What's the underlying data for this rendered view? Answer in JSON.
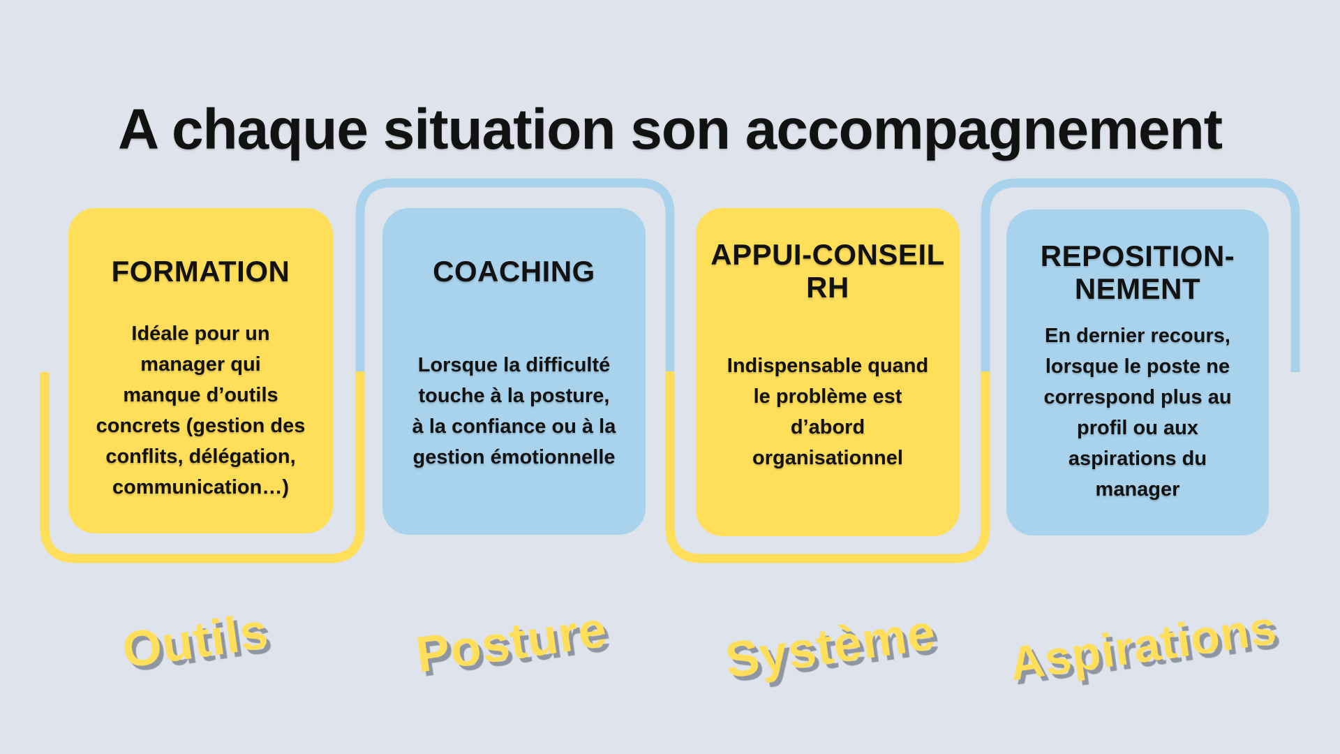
{
  "title": "A chaque situation son accompagnement",
  "colors": {
    "background": "#DFE4EC",
    "yellow": "#FFDE59",
    "blue": "#A9D3EC",
    "ink": "#121212",
    "tag_shadow": "#8F96A3"
  },
  "cards": [
    {
      "id": "formation",
      "color": "yellow",
      "title_lines": [
        "FORMATION"
      ],
      "body_lines": [
        "Idéale pour un",
        "manager qui",
        "manque d’outils",
        "concrets (gestion des",
        "conflits, délégation,",
        "communication…)"
      ],
      "tag": "Outils"
    },
    {
      "id": "coaching",
      "color": "blue",
      "title_lines": [
        "COACHING"
      ],
      "body_lines": [
        "Lorsque la difficulté",
        "touche à la posture,",
        "à la confiance ou à la",
        "gestion émotionnelle"
      ],
      "tag": "Posture"
    },
    {
      "id": "appui-conseil-rh",
      "color": "yellow",
      "title_lines": [
        "APPUI-CONSEIL",
        "RH"
      ],
      "body_lines": [
        "Indispensable quand",
        "le problème est",
        "d’abord",
        "organisationnel"
      ],
      "tag": "Système"
    },
    {
      "id": "repositionnement",
      "color": "blue",
      "title_lines": [
        "REPOSITION-",
        "NEMENT"
      ],
      "body_lines": [
        "En dernier recours,",
        "lorsque le poste ne",
        "correspond plus au",
        "profil ou aux",
        "aspirations du",
        "manager"
      ],
      "tag": "Aspirations"
    }
  ]
}
